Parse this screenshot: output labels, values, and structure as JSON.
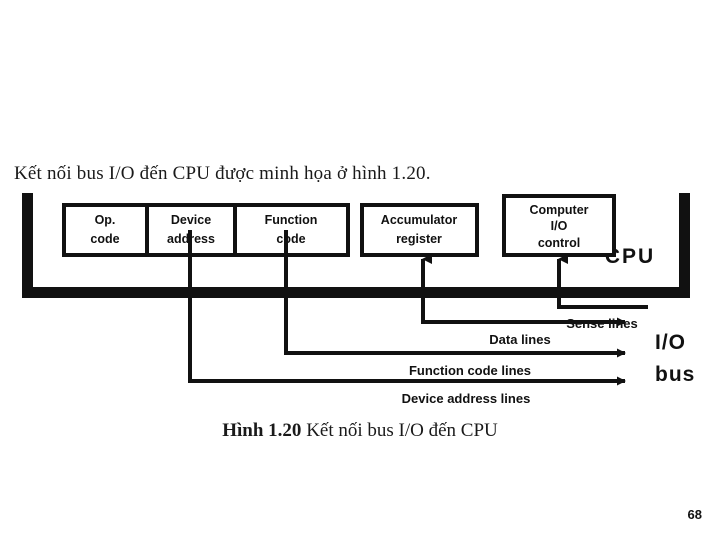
{
  "slide": {
    "page_number": "68",
    "intro_text": "Kết nối bus I/O đến CPU được minh họa ở hình 1.20.",
    "caption_prefix": "Hình 1.20 ",
    "caption_rest": "Kết nối bus I/O đến CPU"
  },
  "figure": {
    "cpu_label": "CPU",
    "bus_label_line1": "I/O",
    "bus_label_line2": "bus",
    "instruction_register": {
      "fields": [
        {
          "line1": "Op.",
          "line2": "code"
        },
        {
          "line1": "Device",
          "line2": "address"
        },
        {
          "line1": "Function",
          "line2": "code"
        }
      ]
    },
    "accumulator": {
      "line1": "Accumulator",
      "line2": "register"
    },
    "io_control": {
      "line1": "Computer",
      "line2": "I/O",
      "line3": "control"
    },
    "bus_lines": [
      {
        "name": "sense-lines",
        "label": "Sense lines"
      },
      {
        "name": "data-lines",
        "label": "Data lines"
      },
      {
        "name": "function-code-lines",
        "label": "Function code lines"
      },
      {
        "name": "device-address-lines",
        "label": "Device address lines"
      }
    ],
    "colors": {
      "ink": "#111111",
      "background": "#ffffff"
    }
  }
}
